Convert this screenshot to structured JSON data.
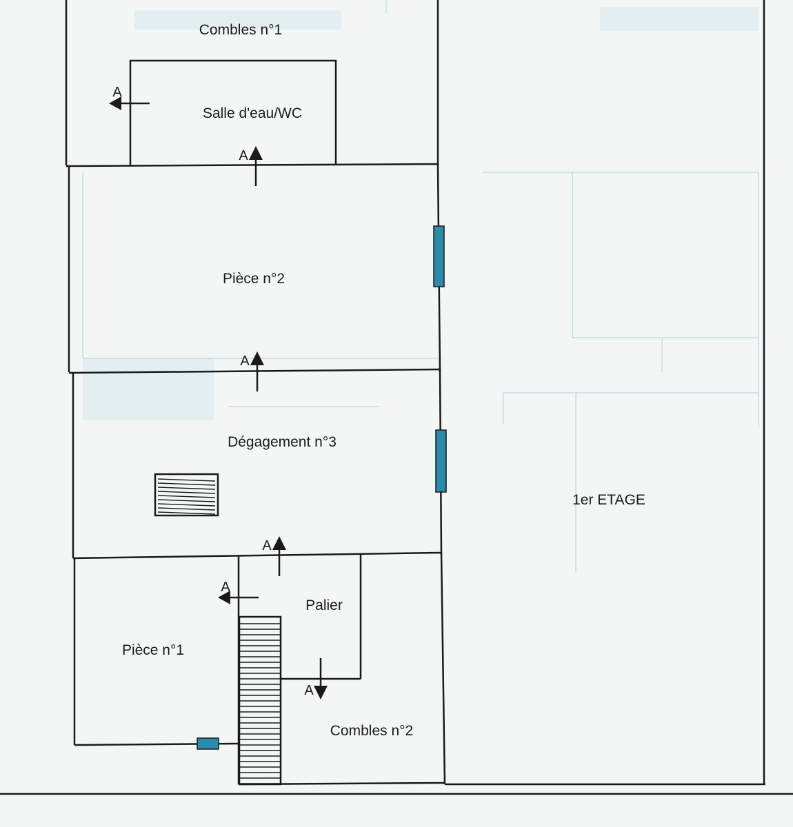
{
  "rooms": {
    "combles_1": "Combles n°1",
    "salle_eau": "Salle d'eau/WC",
    "piece_2": "Pièce n°2",
    "degagement_3": "Dégagement n°3",
    "palier": "Palier",
    "piece_1": "Pièce n°1",
    "combles_2": "Combles n°2"
  },
  "floor_label": "1er ETAGE",
  "arrow_letter": "A",
  "colors": {
    "wall": "#1a1a1a",
    "window": "#2a8bab",
    "ghost": "#9ec9d6",
    "background": "#f4f6f6"
  }
}
